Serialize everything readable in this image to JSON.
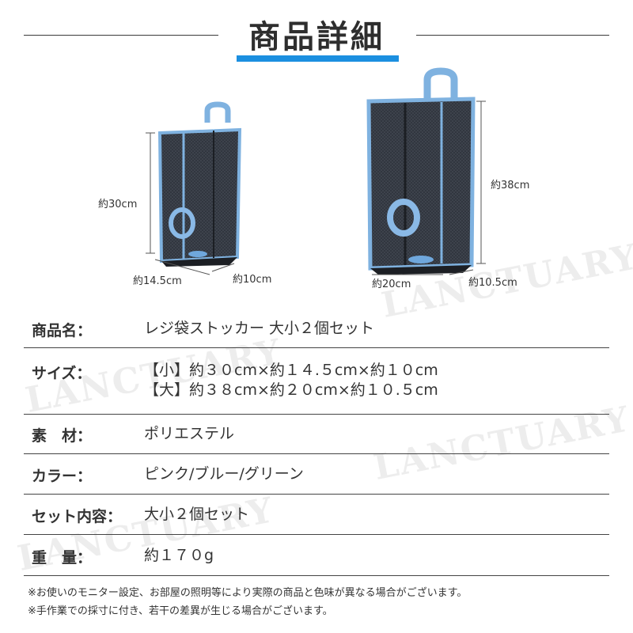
{
  "header": {
    "title": "商品詳細",
    "accent_color": "#1b8fe0"
  },
  "products": {
    "small": {
      "height_label": "約30cm",
      "width_label": "約14.5cm",
      "depth_label": "約10cm"
    },
    "large": {
      "height_label": "約38cm",
      "width_label": "約20cm",
      "depth_label": "約10.5cm"
    },
    "trim_color": "#7fb2e0",
    "mesh_color": "#2a2f38"
  },
  "watermark": "LANCTUARY",
  "specs": {
    "name": {
      "label": "商品名：",
      "value": "レジ袋ストッカー 大小２個セット"
    },
    "size": {
      "label": "サイズ：",
      "value_small": "【小】約３０cm×約１４.５cm×約１０cm",
      "value_large": "【大】約３８cm×約２０cm×約１０.５cm"
    },
    "material": {
      "label": "素　材：",
      "value": "ポリエステル"
    },
    "color": {
      "label": "カラー：",
      "value": "ピンク/ブルー/グリーン"
    },
    "contents": {
      "label": "セット内容：",
      "value": "大小２個セット"
    },
    "weight": {
      "label": "重　量：",
      "value": "約１７０g"
    }
  },
  "notes": [
    "※お使いのモニター設定、お部屋の照明等により実際の商品と色味が異なる場合がございます。",
    "※手作業での採寸に付き、若干の差異が生じる場合がございます。"
  ]
}
